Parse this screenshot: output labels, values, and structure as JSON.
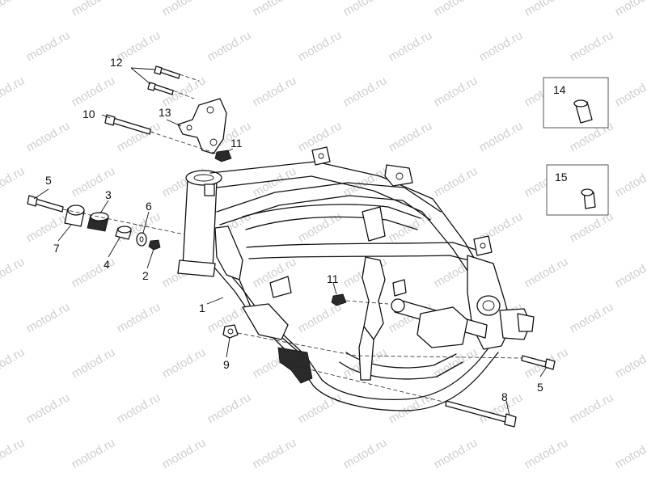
{
  "watermark": {
    "text": "motod.ru"
  },
  "callouts": {
    "c1": "1",
    "c2": "2",
    "c3": "3",
    "c4": "4",
    "c5a": "5",
    "c5b": "5",
    "c6": "6",
    "c7": "7",
    "c8": "8",
    "c9": "9",
    "c10": "10",
    "c11a": "11",
    "c11b": "11",
    "c12": "12",
    "c13": "13",
    "c14": "14",
    "c15": "15"
  }
}
